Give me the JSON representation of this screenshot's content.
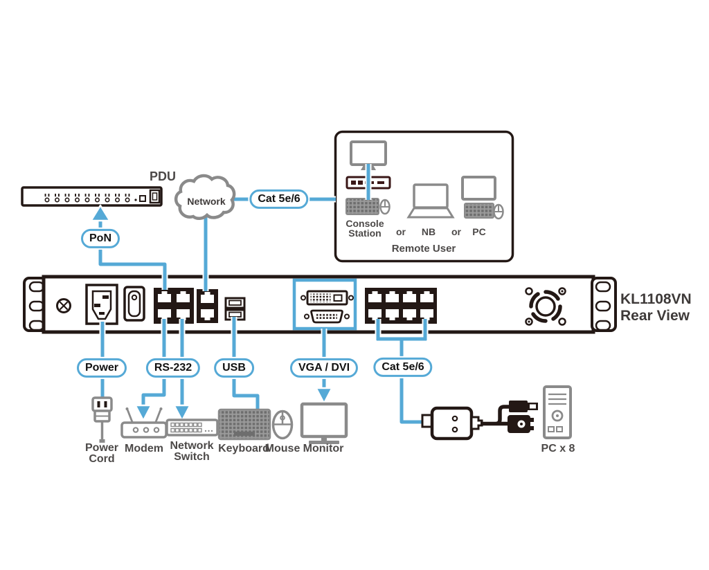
{
  "device": {
    "model": "KL1108VN",
    "view": "Rear View"
  },
  "pdu": {
    "label": "PDU"
  },
  "cloud": {
    "label": "Network"
  },
  "pills": {
    "pon": "PoN",
    "cat5e_top": "Cat 5e/6",
    "power": "Power",
    "rs232": "RS-232",
    "usb": "USB",
    "vga_dvi": "VGA / DVI",
    "cat5e_bottom": "Cat 5e/6"
  },
  "remote_box": {
    "console_line1": "Console",
    "console_line2": "Station",
    "or1": "or",
    "nb": "NB",
    "or2": "or",
    "pc": "PC",
    "caption": "Remote User"
  },
  "bottom": {
    "power_cord_line1": "Power",
    "power_cord_line2": "Cord",
    "modem": "Modem",
    "switch_line1": "Network",
    "switch_line2": "Switch",
    "keyboard": "Keyboard",
    "mouse": "Mouse",
    "monitor": "Monitor",
    "pc_count": "PC x 8"
  },
  "colors": {
    "cable_blue": "#55A9D6",
    "outline_dark": "#231815",
    "outline_gray": "#8A8A8A",
    "label_gray": "#4C4948",
    "title_gray": "#3E3A39",
    "console_device_red": "#3A1717"
  }
}
